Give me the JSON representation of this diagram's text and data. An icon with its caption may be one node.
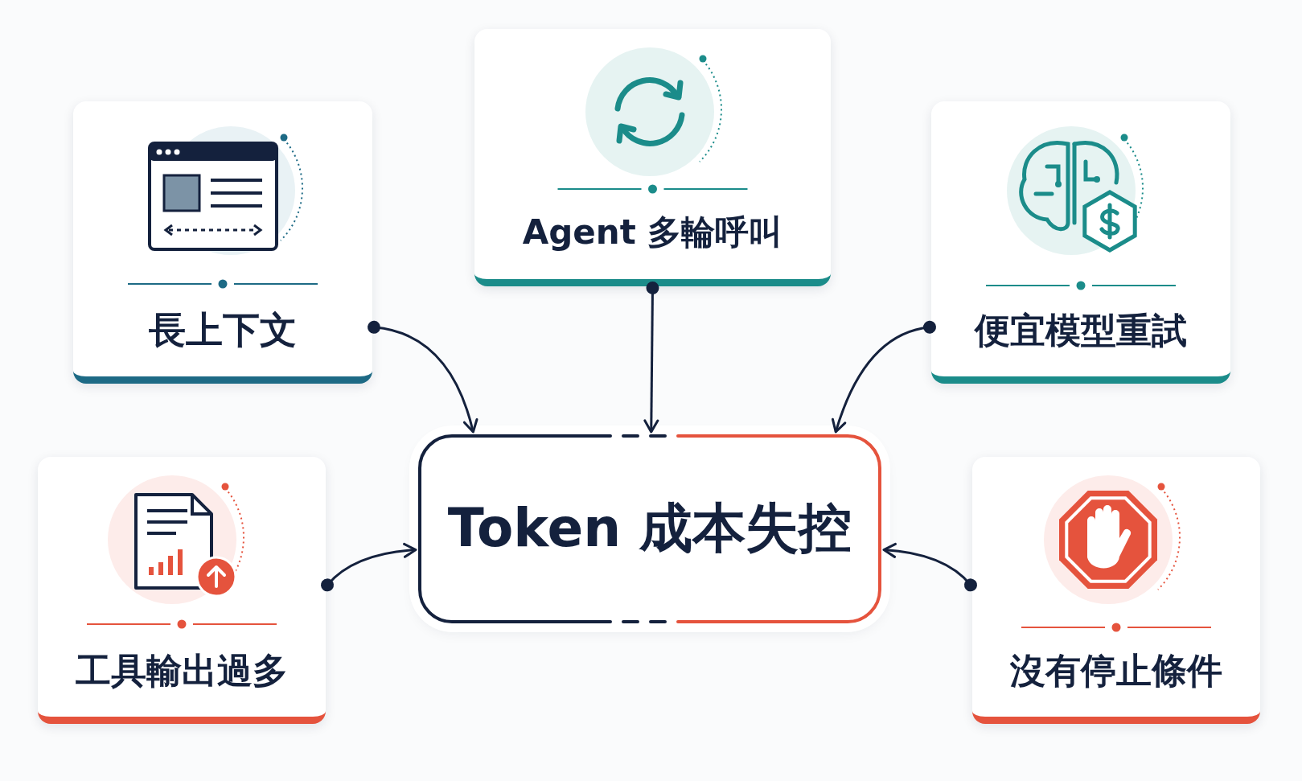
{
  "diagram": {
    "nodes": [
      {
        "text": [
          "Token 成本失控"
        ]
      },
      {
        "text": [
          "長上下文"
        ]
      },
      {
        "text": [
          "Agent 多輪呼叫"
        ]
      },
      {
        "text": [
          "便宜模型重試"
        ]
      },
      {
        "text": [
          "工具輸出過多"
        ]
      },
      {
        "text": [
          "沒有停止條件"
        ]
      }
    ],
    "edges": [
      {
        "from": 1,
        "to": 0,
        "arrow": "to"
      },
      {
        "from": 2,
        "to": 0,
        "arrow": "to"
      },
      {
        "from": 3,
        "to": 0,
        "arrow": "to"
      },
      {
        "from": 4,
        "to": 0,
        "arrow": "to"
      },
      {
        "from": 5,
        "to": 0,
        "arrow": "to"
      }
    ]
  }
}
